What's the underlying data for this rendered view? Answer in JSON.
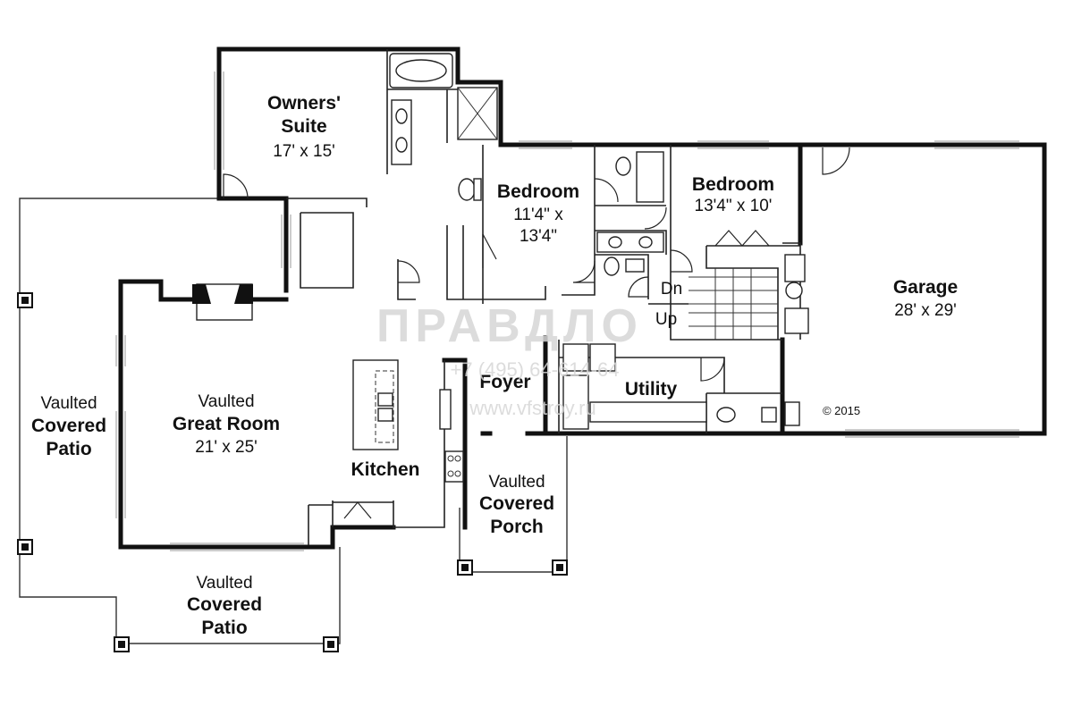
{
  "rooms": {
    "owners_suite": {
      "line1": "Owners'",
      "line2": "Suite",
      "dims": "17' x 15'"
    },
    "bedroom_1": {
      "name": "Bedroom",
      "dims1": "11'4\" x",
      "dims2": "13'4\""
    },
    "bedroom_2": {
      "name": "Bedroom",
      "dims": "13'4\" x 10'"
    },
    "garage": {
      "name": "Garage",
      "dims": "28' x 29'"
    },
    "great_room": {
      "line1": "Vaulted",
      "line2": "Great Room",
      "dims": "21' x 25'"
    },
    "kitchen": {
      "name": "Kitchen"
    },
    "foyer": {
      "name": "Foyer"
    },
    "utility": {
      "name": "Utility"
    },
    "patio_left": {
      "line1": "Vaulted",
      "line2": "Covered",
      "line3": "Patio"
    },
    "patio_bottom": {
      "line1": "Vaulted",
      "line2": "Covered",
      "line3": "Patio"
    },
    "porch": {
      "line1": "Vaulted",
      "line2": "Covered",
      "line3": "Porch"
    }
  },
  "stairs": {
    "down": "Dn",
    "up": "Up"
  },
  "copyright": "© 2015",
  "watermark": {
    "brand": "ПРАВДЛО",
    "phone": "+7 (495) 64-614-64",
    "url": "www.vfstroy.ru"
  }
}
